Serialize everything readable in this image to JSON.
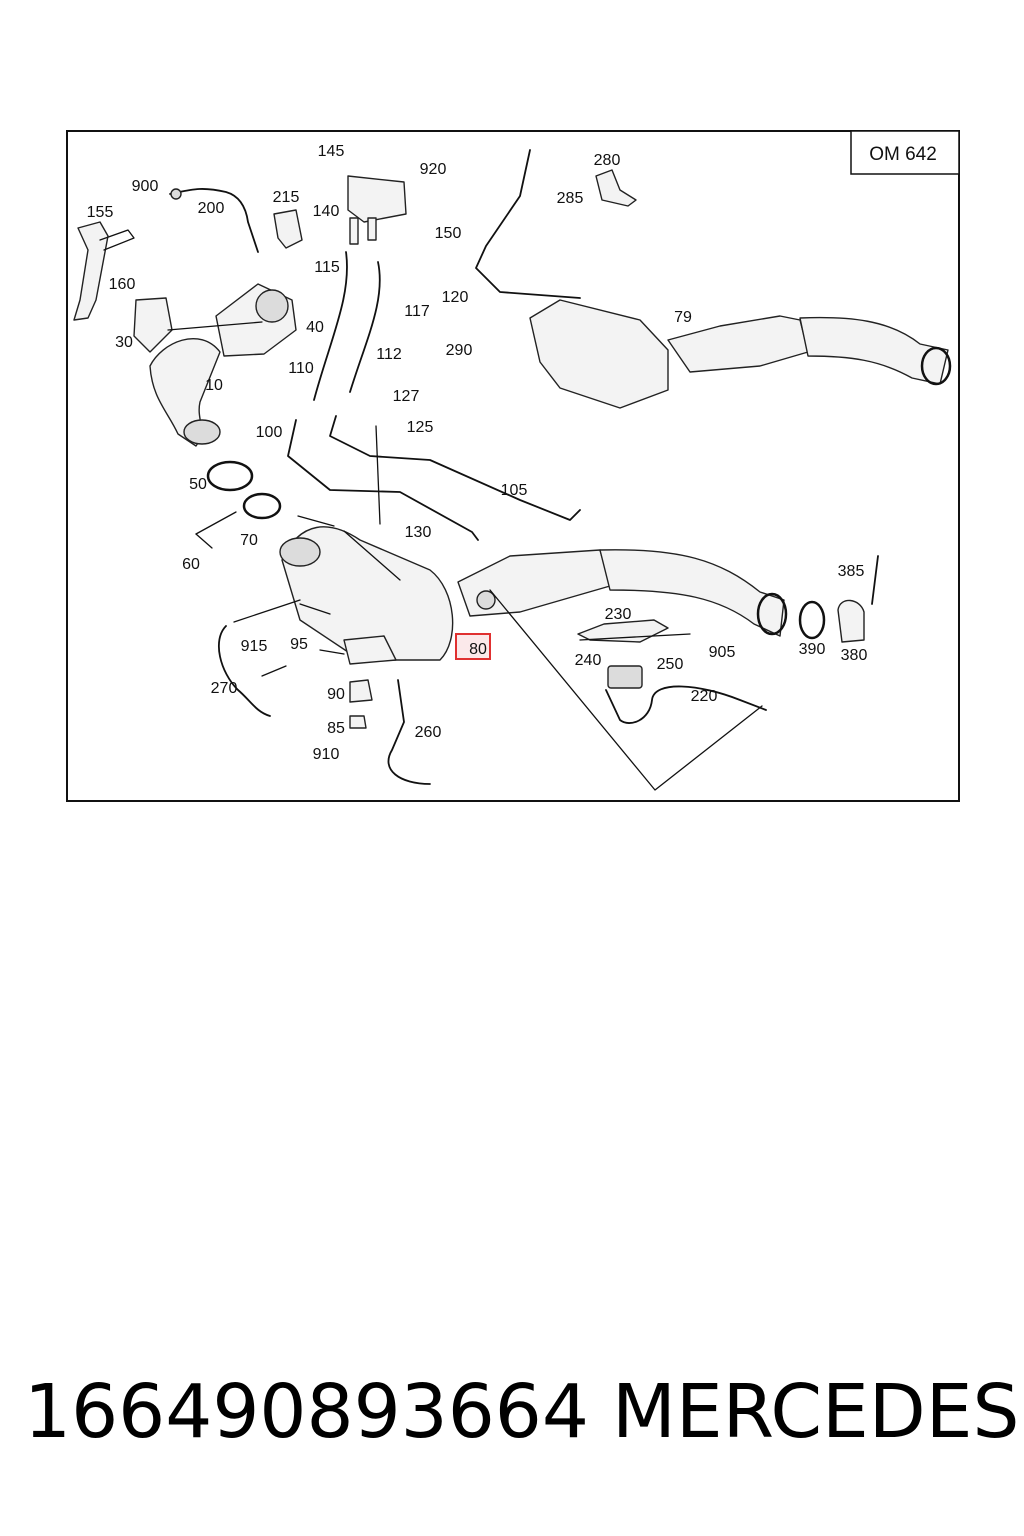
{
  "diagram": {
    "engine_label": "OM 642",
    "highlighted_callout": "80",
    "highlight_color": "#e03030",
    "callouts": [
      "145",
      "920",
      "280",
      "900",
      "200",
      "215",
      "140",
      "150",
      "285",
      "155",
      "160",
      "115",
      "117",
      "120",
      "30",
      "40",
      "110",
      "112",
      "290",
      "79",
      "10",
      "127",
      "125",
      "100",
      "105",
      "50",
      "130",
      "70",
      "60",
      "80",
      "95",
      "915",
      "240",
      "250",
      "230",
      "905",
      "385",
      "390",
      "380",
      "270",
      "90",
      "85",
      "260",
      "910",
      "220"
    ]
  },
  "caption": {
    "part_number": "166490893664",
    "brand": "MERCEDES"
  }
}
